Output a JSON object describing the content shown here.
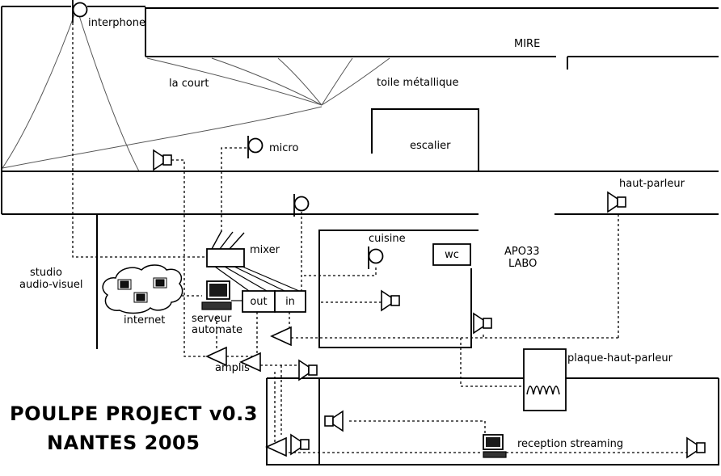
{
  "colors": {
    "background": "#ffffff",
    "line": "#000000"
  },
  "title": {
    "line1": "POULPE PROJECT v0.3",
    "line2": "NANTES 2005"
  },
  "labels": {
    "interphone": "interphone",
    "mire": "MIRE",
    "la_court": "la court",
    "toile_metallique": "toile métallique",
    "escalier": "escalier",
    "micro": "micro",
    "haut_parleur": "haut-parleur",
    "cuisine": "cuisine",
    "wc": "wc",
    "apo33": "APO33",
    "labo": "LABO",
    "studio_line1": "studio",
    "studio_line2": "audio-visuel",
    "mixer": "mixer",
    "internet": "internet",
    "serveur_line1": "serveur",
    "serveur_line2": "automate",
    "out": "out",
    "in": "in",
    "amplis": "amplis",
    "plaque_haut_parleur": "plaque-haut-parleur",
    "reception_streaming": "reception streaming"
  },
  "icons": {
    "microphone-icon": "circle head on stand",
    "speaker-icon": "cone with cabinet",
    "amplifier-icon": "left-pointing triangle",
    "computer-icon": "monitor with keyboard",
    "internet-cloud-icon": "cloud containing terminals",
    "coil-icon": "inductor loops"
  }
}
